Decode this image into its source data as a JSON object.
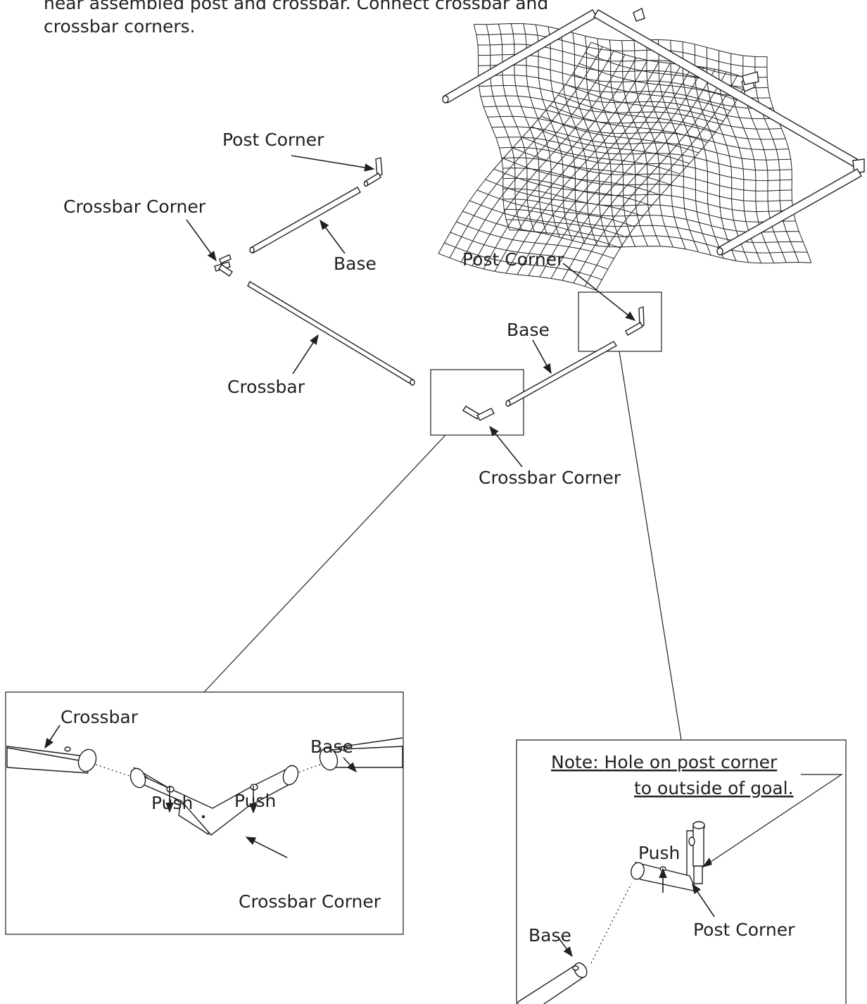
{
  "instructions": {
    "text": "near assembled post and crossbar. Connect crossbar and crossbar corners."
  },
  "labels": {
    "post_corner_top_left": "Post Corner",
    "crossbar_corner_top_left": "Crossbar Corner",
    "base_top_left": "Base",
    "crossbar_middle": "Crossbar",
    "post_corner_right": "Post Corner",
    "base_right": "Base",
    "crossbar_corner_center": "Crossbar Corner"
  },
  "detail_left": {
    "crossbar": "Crossbar",
    "base": "Base",
    "push_1": "Push",
    "push_2": "Push",
    "crossbar_corner": "Crossbar Corner"
  },
  "detail_right": {
    "note_line_1": "Note: Hole on post corner",
    "note_line_2": "to outside of goal.",
    "push": "Push",
    "base": "Base",
    "post_corner": "Post Corner"
  }
}
